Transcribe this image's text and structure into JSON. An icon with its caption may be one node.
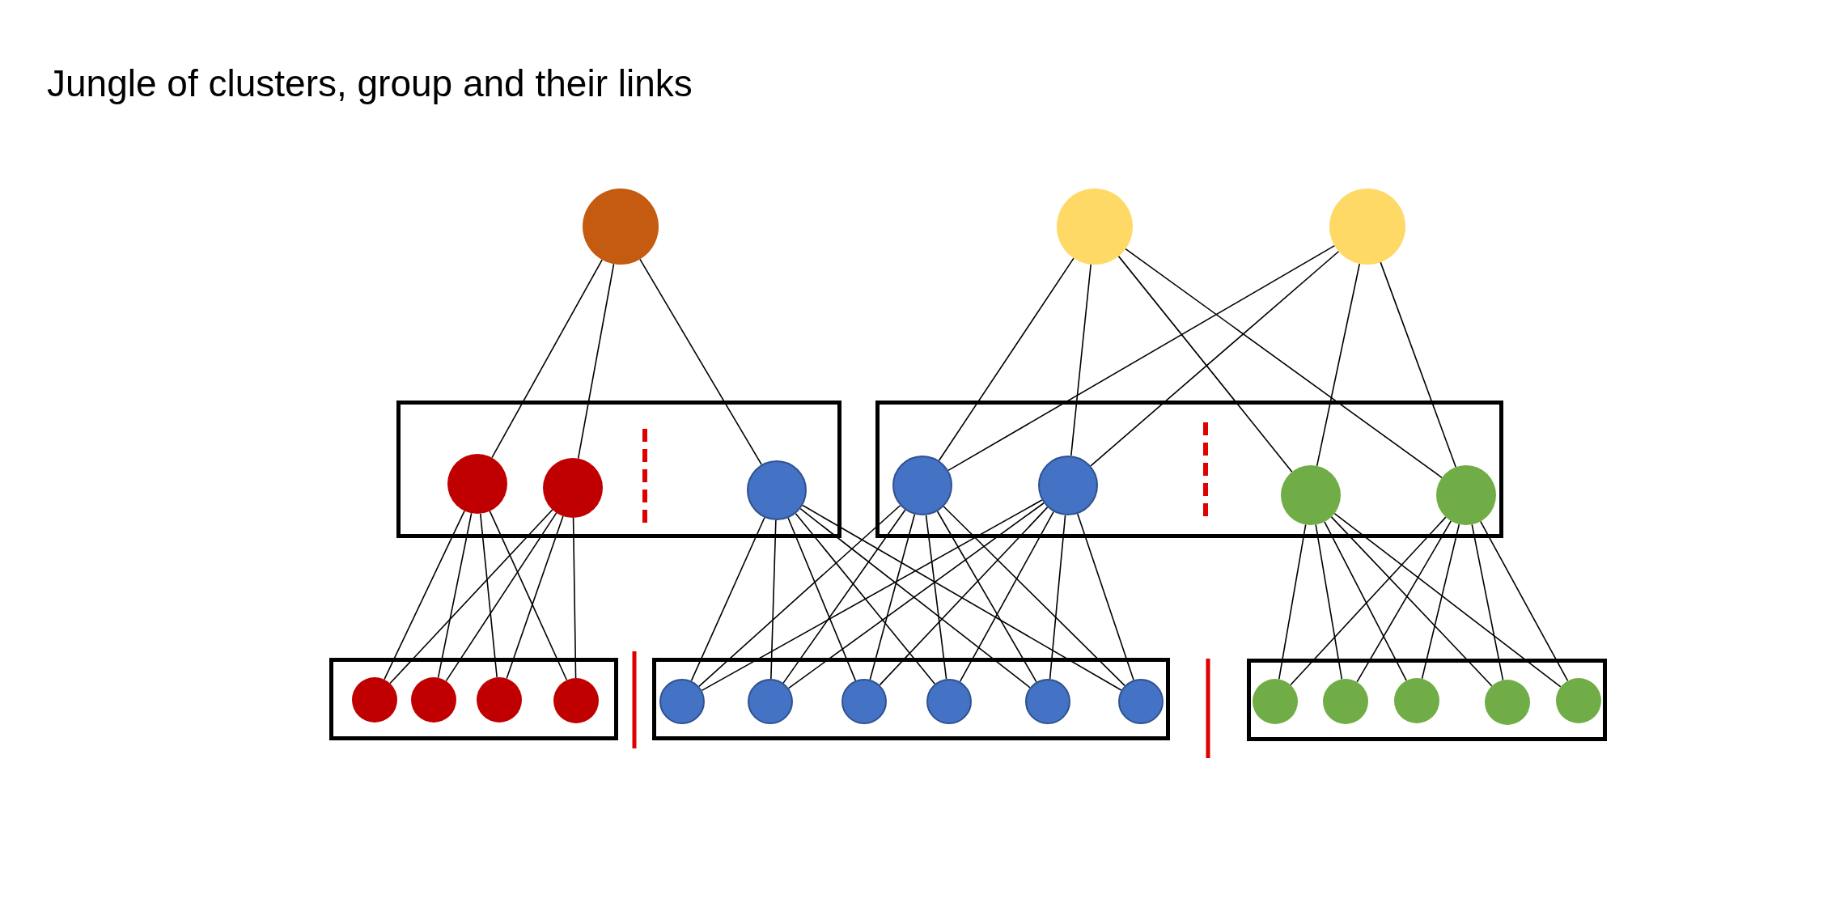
{
  "diagram": {
    "title": "Jungle of clusters, group and their links",
    "nodes": [
      {
        "text": [],
        "shape": "circle"
      },
      {
        "text": [],
        "shape": "circle"
      },
      {
        "text": [],
        "shape": "circle"
      },
      {
        "text": [],
        "shape": "box"
      },
      {
        "text": [],
        "shape": "circle",
        "in": 3
      },
      {
        "text": [],
        "shape": "circle",
        "in": 3
      },
      {
        "text": [],
        "shape": "circle",
        "in": 3
      },
      {
        "text": [],
        "shape": "box"
      },
      {
        "text": [],
        "shape": "circle",
        "in": 7
      },
      {
        "text": [],
        "shape": "circle",
        "in": 7
      },
      {
        "text": [],
        "shape": "circle",
        "in": 7
      },
      {
        "text": [],
        "shape": "circle",
        "in": 7
      },
      {
        "text": [],
        "shape": "box"
      },
      {
        "text": [],
        "shape": "circle",
        "in": 12
      },
      {
        "text": [],
        "shape": "circle",
        "in": 12
      },
      {
        "text": [],
        "shape": "circle",
        "in": 12
      },
      {
        "text": [],
        "shape": "circle",
        "in": 12
      },
      {
        "text": [],
        "shape": "box"
      },
      {
        "text": [],
        "shape": "circle",
        "in": 17
      },
      {
        "text": [],
        "shape": "circle",
        "in": 17
      },
      {
        "text": [],
        "shape": "circle",
        "in": 17
      },
      {
        "text": [],
        "shape": "circle",
        "in": 17
      },
      {
        "text": [],
        "shape": "circle",
        "in": 17
      },
      {
        "text": [],
        "shape": "circle",
        "in": 17
      },
      {
        "text": [],
        "shape": "box"
      },
      {
        "text": [],
        "shape": "circle",
        "in": 24
      },
      {
        "text": [],
        "shape": "circle",
        "in": 24
      },
      {
        "text": [],
        "shape": "circle",
        "in": 24
      },
      {
        "text": [],
        "shape": "circle",
        "in": 24
      },
      {
        "text": [],
        "shape": "circle",
        "in": 24
      }
    ],
    "edges": [
      {
        "from": 0,
        "to": 4,
        "arrow": "none"
      },
      {
        "from": 0,
        "to": 5,
        "arrow": "none"
      },
      {
        "from": 0,
        "to": 6,
        "arrow": "none"
      },
      {
        "from": 1,
        "to": 8,
        "arrow": "none"
      },
      {
        "from": 1,
        "to": 9,
        "arrow": "none"
      },
      {
        "from": 1,
        "to": 10,
        "arrow": "none"
      },
      {
        "from": 1,
        "to": 11,
        "arrow": "none"
      },
      {
        "from": 2,
        "to": 8,
        "arrow": "none"
      },
      {
        "from": 2,
        "to": 9,
        "arrow": "none"
      },
      {
        "from": 2,
        "to": 10,
        "arrow": "none"
      },
      {
        "from": 2,
        "to": 11,
        "arrow": "none"
      },
      {
        "from": 4,
        "to": 13,
        "arrow": "none"
      },
      {
        "from": 4,
        "to": 14,
        "arrow": "none"
      },
      {
        "from": 4,
        "to": 15,
        "arrow": "none"
      },
      {
        "from": 4,
        "to": 16,
        "arrow": "none"
      },
      {
        "from": 5,
        "to": 13,
        "arrow": "none"
      },
      {
        "from": 5,
        "to": 14,
        "arrow": "none"
      },
      {
        "from": 5,
        "to": 15,
        "arrow": "none"
      },
      {
        "from": 5,
        "to": 16,
        "arrow": "none"
      },
      {
        "from": 6,
        "to": 18,
        "arrow": "none"
      },
      {
        "from": 6,
        "to": 19,
        "arrow": "none"
      },
      {
        "from": 6,
        "to": 20,
        "arrow": "none"
      },
      {
        "from": 6,
        "to": 21,
        "arrow": "none"
      },
      {
        "from": 6,
        "to": 22,
        "arrow": "none"
      },
      {
        "from": 6,
        "to": 23,
        "arrow": "none"
      },
      {
        "from": 8,
        "to": 18,
        "arrow": "none"
      },
      {
        "from": 8,
        "to": 19,
        "arrow": "none"
      },
      {
        "from": 8,
        "to": 20,
        "arrow": "none"
      },
      {
        "from": 8,
        "to": 21,
        "arrow": "none"
      },
      {
        "from": 8,
        "to": 22,
        "arrow": "none"
      },
      {
        "from": 8,
        "to": 23,
        "arrow": "none"
      },
      {
        "from": 9,
        "to": 18,
        "arrow": "none"
      },
      {
        "from": 9,
        "to": 19,
        "arrow": "none"
      },
      {
        "from": 9,
        "to": 20,
        "arrow": "none"
      },
      {
        "from": 9,
        "to": 21,
        "arrow": "none"
      },
      {
        "from": 9,
        "to": 22,
        "arrow": "none"
      },
      {
        "from": 9,
        "to": 23,
        "arrow": "none"
      },
      {
        "from": 10,
        "to": 25,
        "arrow": "none"
      },
      {
        "from": 10,
        "to": 26,
        "arrow": "none"
      },
      {
        "from": 10,
        "to": 27,
        "arrow": "none"
      },
      {
        "from": 10,
        "to": 28,
        "arrow": "none"
      },
      {
        "from": 10,
        "to": 29,
        "arrow": "none"
      },
      {
        "from": 11,
        "to": 25,
        "arrow": "none"
      },
      {
        "from": 11,
        "to": 26,
        "arrow": "none"
      },
      {
        "from": 11,
        "to": 27,
        "arrow": "none"
      },
      {
        "from": 11,
        "to": 28,
        "arrow": "none"
      },
      {
        "from": 11,
        "to": 29,
        "arrow": "none"
      }
    ]
  }
}
